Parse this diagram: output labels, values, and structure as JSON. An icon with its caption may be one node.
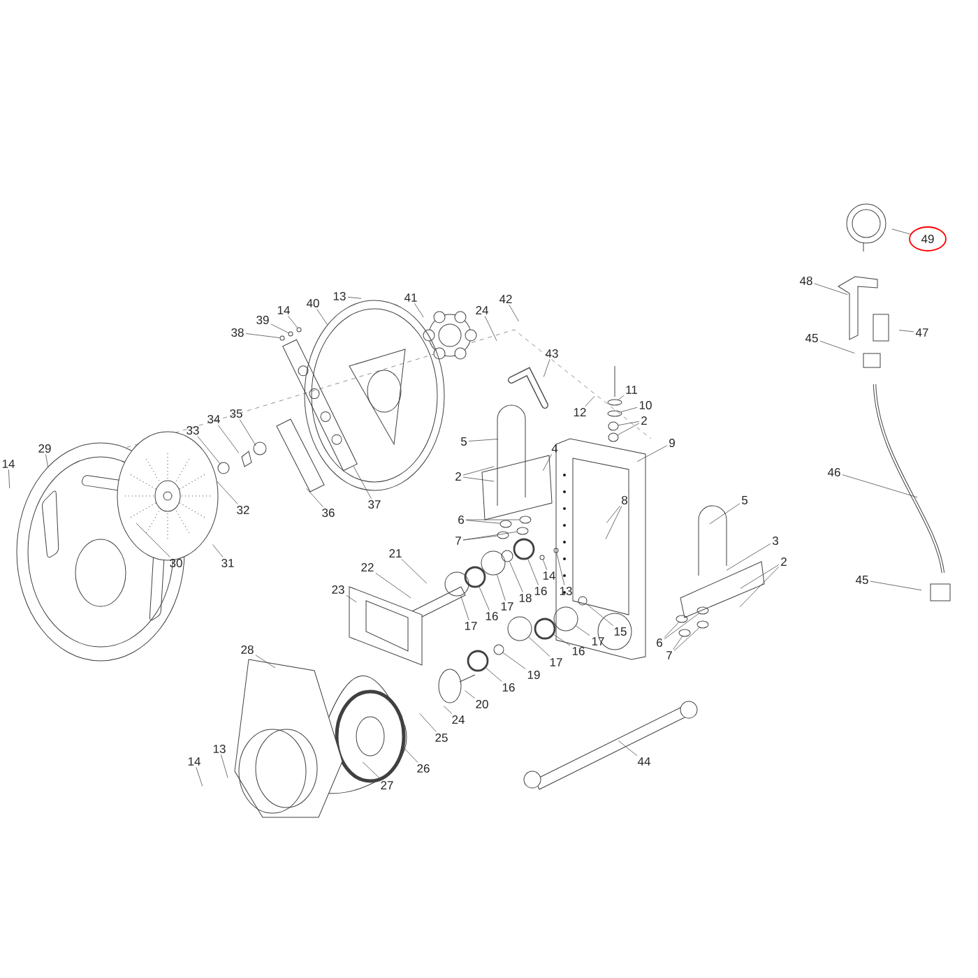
{
  "diagram": {
    "nodes": [
      {
        "text": [
          "49"
        ]
      },
      {
        "text": [
          "48"
        ]
      },
      {
        "text": [
          "13"
        ]
      },
      {
        "text": [
          "41"
        ]
      },
      {
        "text": [
          "42"
        ]
      },
      {
        "text": [
          "40"
        ]
      },
      {
        "text": [
          "24"
        ]
      },
      {
        "text": [
          "14"
        ]
      },
      {
        "text": [
          "39"
        ]
      },
      {
        "text": [
          "47"
        ]
      },
      {
        "text": [
          "38"
        ]
      },
      {
        "text": [
          "45"
        ]
      },
      {
        "text": [
          "43"
        ]
      },
      {
        "text": [
          "11"
        ]
      },
      {
        "text": [
          "10"
        ]
      },
      {
        "text": [
          "12"
        ]
      },
      {
        "text": [
          "35"
        ]
      },
      {
        "text": [
          "34"
        ]
      },
      {
        "text": [
          "2"
        ]
      },
      {
        "text": [
          "33"
        ]
      },
      {
        "text": [
          "5"
        ]
      },
      {
        "text": [
          "9"
        ]
      },
      {
        "text": [
          "29"
        ]
      },
      {
        "text": [
          "4"
        ]
      },
      {
        "text": [
          "14"
        ]
      },
      {
        "text": [
          "46"
        ]
      },
      {
        "text": [
          "2"
        ]
      },
      {
        "text": [
          "5"
        ]
      },
      {
        "text": [
          "37"
        ]
      },
      {
        "text": [
          "8"
        ]
      },
      {
        "text": [
          "32"
        ]
      },
      {
        "text": [
          "36"
        ]
      },
      {
        "text": [
          "6"
        ]
      },
      {
        "text": [
          "3"
        ]
      },
      {
        "text": [
          "7"
        ]
      },
      {
        "text": [
          "21"
        ]
      },
      {
        "text": [
          "2"
        ]
      },
      {
        "text": [
          "30"
        ]
      },
      {
        "text": [
          "31"
        ]
      },
      {
        "text": [
          "22"
        ]
      },
      {
        "text": [
          "14"
        ]
      },
      {
        "text": [
          "45"
        ]
      },
      {
        "text": [
          "13"
        ]
      },
      {
        "text": [
          "23"
        ]
      },
      {
        "text": [
          "16"
        ]
      },
      {
        "text": [
          "18"
        ]
      },
      {
        "text": [
          "17"
        ]
      },
      {
        "text": [
          "16"
        ]
      },
      {
        "text": [
          "17"
        ]
      },
      {
        "text": [
          "15"
        ]
      },
      {
        "text": [
          "17"
        ]
      },
      {
        "text": [
          "6"
        ]
      },
      {
        "text": [
          "16"
        ]
      },
      {
        "text": [
          "28"
        ]
      },
      {
        "text": [
          "7"
        ]
      },
      {
        "text": [
          "17"
        ]
      },
      {
        "text": [
          "19"
        ]
      },
      {
        "text": [
          "16"
        ]
      },
      {
        "text": [
          "20"
        ]
      },
      {
        "text": [
          "24"
        ]
      },
      {
        "text": [
          "25"
        ]
      },
      {
        "text": [
          "13"
        ]
      },
      {
        "text": [
          "44"
        ]
      },
      {
        "text": [
          "14"
        ]
      },
      {
        "text": [
          "26"
        ]
      },
      {
        "text": [
          "27"
        ]
      },
      {
        "text": [],
        "shape": "circle"
      },
      {
        "text": [],
        "shape": "circle"
      },
      {
        "text": [],
        "shape": "circle"
      },
      {
        "text": [],
        "shape": "circle"
      },
      {
        "text": [],
        "shape": "circle"
      },
      {
        "text": [],
        "shape": "circle"
      },
      {
        "text": [],
        "shape": "circle"
      },
      {
        "text": [],
        "shape": "circle"
      },
      {
        "text": [],
        "shape": "circle"
      },
      {
        "text": [],
        "shape": "circle"
      },
      {
        "text": [],
        "shape": "circle"
      },
      {
        "text": [],
        "shape": "circle"
      },
      {
        "text": [],
        "shape": "circle"
      },
      {
        "text": [],
        "shape": "circle"
      },
      {
        "text": [],
        "shape": "circle"
      },
      {
        "text": [],
        "shape": "circle"
      },
      {
        "text": [],
        "shape": "circle"
      },
      {
        "text": [],
        "shape": "circle"
      },
      {
        "text": [],
        "shape": "circle"
      },
      {
        "text": [],
        "shape": "circle"
      },
      {
        "text": [],
        "shape": "circle"
      },
      {
        "text": [],
        "shape": "circle"
      },
      {
        "text": [],
        "shape": "box"
      },
      {
        "text": [],
        "shape": "circle"
      },
      {
        "text": [],
        "shape": "circle"
      },
      {
        "text": [],
        "shape": "circle"
      },
      {
        "text": [],
        "shape": "circle"
      },
      {
        "text": [],
        "shape": "circle"
      },
      {
        "text": [],
        "shape": "circle"
      },
      {
        "text": [],
        "shape": "circle"
      }
    ],
    "edges": [
      {
        "from": 0,
        "to": null,
        "arrow": "none"
      },
      {
        "from": 1,
        "to": null,
        "arrow": "none"
      },
      {
        "from": 2,
        "to": null,
        "arrow": "none"
      },
      {
        "from": 3,
        "to": null,
        "arrow": "none"
      },
      {
        "from": 4,
        "to": null,
        "arrow": "none"
      },
      {
        "from": 5,
        "to": 66,
        "arrow": "none"
      },
      {
        "from": 6,
        "to": null,
        "arrow": "none"
      },
      {
        "from": 7,
        "to": 89,
        "arrow": "none"
      },
      {
        "from": 8,
        "to": 90,
        "arrow": "none"
      },
      {
        "from": 9,
        "to": null,
        "arrow": "none"
      },
      {
        "from": 10,
        "to": 91,
        "arrow": "none"
      },
      {
        "from": 11,
        "to": null,
        "arrow": "none"
      },
      {
        "from": 12,
        "to": null,
        "arrow": "none"
      },
      {
        "from": 13,
        "to": 67,
        "arrow": "none"
      },
      {
        "from": 14,
        "to": 68,
        "arrow": "none"
      },
      {
        "from": 15,
        "to": null,
        "arrow": "none"
      },
      {
        "from": 16,
        "to": null,
        "arrow": "none"
      },
      {
        "from": 17,
        "to": null,
        "arrow": "none"
      },
      {
        "from": 18,
        "to": 69,
        "arrow": "none"
      },
      {
        "from": 18,
        "to": 70,
        "arrow": "none"
      },
      {
        "from": 19,
        "to": null,
        "arrow": "none"
      },
      {
        "from": 20,
        "to": null,
        "arrow": "none"
      },
      {
        "from": 21,
        "to": null,
        "arrow": "none"
      },
      {
        "from": 22,
        "to": null,
        "arrow": "none"
      },
      {
        "from": 23,
        "to": null,
        "arrow": "none"
      },
      {
        "from": 24,
        "to": null,
        "arrow": "none"
      },
      {
        "from": 25,
        "to": null,
        "arrow": "none"
      },
      {
        "from": 26,
        "to": null,
        "arrow": "none"
      },
      {
        "from": 26,
        "to": null,
        "arrow": "none"
      },
      {
        "from": 27,
        "to": null,
        "arrow": "none"
      },
      {
        "from": 28,
        "to": 88,
        "arrow": "none"
      },
      {
        "from": 29,
        "to": null,
        "arrow": "none"
      },
      {
        "from": 29,
        "to": null,
        "arrow": "none"
      },
      {
        "from": 30,
        "to": null,
        "arrow": "none"
      },
      {
        "from": 31,
        "to": null,
        "arrow": "none"
      },
      {
        "from": 32,
        "to": 92,
        "arrow": "none"
      },
      {
        "from": 32,
        "to": 93,
        "arrow": "none"
      },
      {
        "from": 33,
        "to": null,
        "arrow": "none"
      },
      {
        "from": 34,
        "to": 94,
        "arrow": "none"
      },
      {
        "from": 34,
        "to": 95,
        "arrow": "none"
      },
      {
        "from": 35,
        "to": null,
        "arrow": "none"
      },
      {
        "from": 36,
        "to": null,
        "arrow": "none"
      },
      {
        "from": 36,
        "to": null,
        "arrow": "none"
      },
      {
        "from": 37,
        "to": null,
        "arrow": "none"
      },
      {
        "from": 38,
        "to": null,
        "arrow": "none"
      },
      {
        "from": 39,
        "to": null,
        "arrow": "none"
      },
      {
        "from": 40,
        "to": 71,
        "arrow": "none"
      },
      {
        "from": 41,
        "to": null,
        "arrow": "none"
      },
      {
        "from": 42,
        "to": 72,
        "arrow": "none"
      },
      {
        "from": 43,
        "to": null,
        "arrow": "none"
      },
      {
        "from": 44,
        "to": 73,
        "arrow": "none"
      },
      {
        "from": 45,
        "to": 74,
        "arrow": "none"
      },
      {
        "from": 46,
        "to": 75,
        "arrow": "none"
      },
      {
        "from": 47,
        "to": 76,
        "arrow": "none"
      },
      {
        "from": 48,
        "to": 77,
        "arrow": "none"
      },
      {
        "from": 49,
        "to": 78,
        "arrow": "none"
      },
      {
        "from": 50,
        "to": 79,
        "arrow": "none"
      },
      {
        "from": 51,
        "to": 84,
        "arrow": "none"
      },
      {
        "from": 51,
        "to": 85,
        "arrow": "none"
      },
      {
        "from": 52,
        "to": 80,
        "arrow": "none"
      },
      {
        "from": 53,
        "to": null,
        "arrow": "none"
      },
      {
        "from": 54,
        "to": 86,
        "arrow": "none"
      },
      {
        "from": 54,
        "to": 87,
        "arrow": "none"
      },
      {
        "from": 55,
        "to": 81,
        "arrow": "none"
      },
      {
        "from": 56,
        "to": 82,
        "arrow": "none"
      },
      {
        "from": 57,
        "to": 83,
        "arrow": "none"
      },
      {
        "from": 58,
        "to": null,
        "arrow": "none"
      },
      {
        "from": 59,
        "to": null,
        "arrow": "none"
      },
      {
        "from": 60,
        "to": null,
        "arrow": "none"
      },
      {
        "from": 61,
        "to": null,
        "arrow": "none"
      },
      {
        "from": 62,
        "to": null,
        "arrow": "none"
      },
      {
        "from": 63,
        "to": null,
        "arrow": "none"
      },
      {
        "from": 64,
        "to": null,
        "arrow": "none"
      },
      {
        "from": 65,
        "to": null,
        "arrow": "none"
      }
    ]
  }
}
